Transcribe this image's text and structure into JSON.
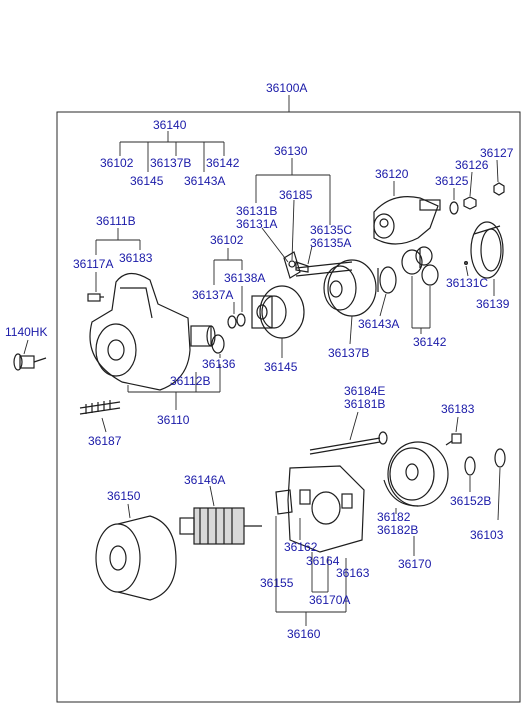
{
  "assembly_label": "36100A",
  "labels": {
    "p36140": "36140",
    "p36102a": "36102",
    "p36145a": "36145",
    "p36137b_top": "36137B",
    "p36143a_top": "36143A",
    "p36142_top": "36142",
    "p36130": "36130",
    "p36185": "36185",
    "p36131b": "36131B",
    "p36131a": "36131A",
    "p36135c": "36135C",
    "p36135a": "36135A",
    "p36120": "36120",
    "p36125": "36125",
    "p36126": "36126",
    "p36127": "36127",
    "p36111b": "36111B",
    "p36117a": "36117A",
    "p36183a": "36183",
    "p36102b": "36102",
    "p36138a": "36138A",
    "p36137a": "36137A",
    "p36131c": "36131C",
    "p36139": "36139",
    "p36143a_mid": "36143A",
    "p36142_mid": "36142",
    "p36137b_mid": "36137B",
    "p36145b": "36145",
    "p1140hk": "1140HK",
    "p36136": "36136",
    "p36112b": "36112B",
    "p36110": "36110",
    "p36187": "36187",
    "p36184e": "36184E",
    "p36181b": "36181B",
    "p36183b": "36183",
    "p36150": "36150",
    "p36146a": "36146A",
    "p36152b": "36152B",
    "p36103": "36103",
    "p36182": "36182",
    "p36182b": "36182B",
    "p36162": "36162",
    "p36164": "36164",
    "p36163": "36163",
    "p36170": "36170",
    "p36155": "36155",
    "p36170a": "36170A",
    "p36160": "36160"
  }
}
